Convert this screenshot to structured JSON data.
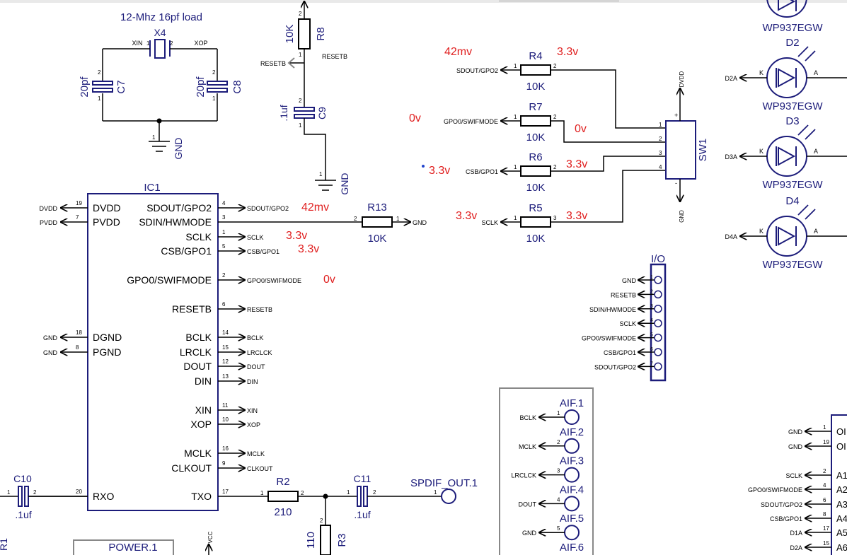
{
  "colors": {
    "wire": "#000000",
    "part": "#1c1c7a",
    "annotation": "#e02020",
    "background": "#ffffff"
  },
  "crystal": {
    "note": "12-Mhz 16pf load",
    "ref": "X4",
    "pin_in": "XIN",
    "pin_out": "XOP"
  },
  "c7": {
    "ref": "C7",
    "value": "20pf"
  },
  "c8": {
    "ref": "C8",
    "value": "20pf"
  },
  "c9": {
    "ref": "C9",
    "value": ".1uf"
  },
  "r8": {
    "ref": "R8",
    "value": "10K"
  },
  "resetb": {
    "net": "RESETB"
  },
  "gnd": {
    "label": "GND"
  },
  "ic1": {
    "ref": "IC1",
    "left_pins": [
      {
        "pin": "19",
        "name": "DVDD",
        "net": "DVDD"
      },
      {
        "pin": "7",
        "name": "PVDD",
        "net": "PVDD"
      },
      {
        "pin": "18",
        "name": "DGND",
        "net": "GND"
      },
      {
        "pin": "8",
        "name": "PGND",
        "net": "GND"
      },
      {
        "pin": "20",
        "name": "RXO",
        "net": ""
      }
    ],
    "right_pins": [
      {
        "pin": "4",
        "name": "SDOUT/GPO2",
        "net": "SDOUT/GPO2"
      },
      {
        "pin": "3",
        "name": "SDIN/HWMODE",
        "net": ""
      },
      {
        "pin": "1",
        "name": "SCLK",
        "net": "SCLK"
      },
      {
        "pin": "5",
        "name": "CSB/GPO1",
        "net": "CSB/GPO1"
      },
      {
        "pin": "2",
        "name": "GPO0/SWIFMODE",
        "net": "GPO0/SWIFMODE"
      },
      {
        "pin": "6",
        "name": "RESETB",
        "net": "RESETB"
      },
      {
        "pin": "14",
        "name": "BCLK",
        "net": "BCLK"
      },
      {
        "pin": "15",
        "name": "LRCLK",
        "net": "LRCLCK"
      },
      {
        "pin": "12",
        "name": "DOUT",
        "net": "DOUT"
      },
      {
        "pin": "13",
        "name": "DIN",
        "net": "DIN"
      },
      {
        "pin": "11",
        "name": "XIN",
        "net": "XIN"
      },
      {
        "pin": "10",
        "name": "XOP",
        "net": "XOP"
      },
      {
        "pin": "16",
        "name": "MCLK",
        "net": "MCLK"
      },
      {
        "pin": "9",
        "name": "CLKOUT",
        "net": "CLKOUT"
      },
      {
        "pin": "17",
        "name": "TXO",
        "net": ""
      }
    ]
  },
  "r13": {
    "ref": "R13",
    "value": "10K",
    "pin_a": "2",
    "pin_b": "1",
    "net": "GND"
  },
  "r2": {
    "ref": "R2",
    "value": "210",
    "pin_a": "1",
    "pin_b": "2"
  },
  "r3": {
    "ref": "R3",
    "value": "110",
    "pin": "2"
  },
  "r1": {
    "ref": "R1"
  },
  "c10": {
    "ref": "C10",
    "value": ".1uf",
    "pin_a": "1",
    "pin_b": "2"
  },
  "c11": {
    "ref": "C11",
    "value": ".1uf",
    "pin_a": "1",
    "pin_b": "2"
  },
  "spdif": {
    "label": "SPDIF_OUT.1",
    "pin": "1"
  },
  "power": {
    "label": "POWER.1",
    "vcc": "VCC"
  },
  "sw_resistors": [
    {
      "ref": "R4",
      "value": "10K",
      "net": "SDOUT/GPO2",
      "left_v": "42mv",
      "right_v": "3.3v",
      "pin_l": "1",
      "pin_r": "2"
    },
    {
      "ref": "R7",
      "value": "10K",
      "net": "GPO0/SWIFMODE",
      "left_v": "0v",
      "right_v": "0v",
      "pin_l": "1",
      "pin_r": "2"
    },
    {
      "ref": "R6",
      "value": "10K",
      "net": "CSB/GPO1",
      "left_v": "3.3v",
      "right_v": "3.3v",
      "pin_l": "1",
      "pin_r": "2"
    },
    {
      "ref": "R5",
      "value": "10K",
      "net": "SCLK",
      "left_v": "3.3v",
      "right_v": "3.3v",
      "pin_l": "1",
      "pin_r": "3"
    }
  ],
  "sw1": {
    "ref": "SW1",
    "top_net": "DVDD",
    "bottom_net": "GND",
    "pins": [
      "1",
      "2",
      "3",
      "4"
    ],
    "plus": "+",
    "minus": "-"
  },
  "ic_annotations": [
    {
      "text": "42mv"
    },
    {
      "text": "3.3v"
    },
    {
      "text": "3.3v"
    },
    {
      "text": "0v"
    }
  ],
  "io": {
    "label": "I/O",
    "nets": [
      "GND",
      "RESETB",
      "SDIN/HWMODE",
      "SCLK",
      "GPO0/SWIFMODE",
      "CSB/GPO1",
      "SDOUT/GPO2"
    ],
    "pins": [
      "1",
      "2",
      "3",
      "4",
      "5",
      "6",
      "7"
    ]
  },
  "aif": [
    {
      "label": "AIF.1",
      "net": "BCLK",
      "pin": "1"
    },
    {
      "label": "AIF.2",
      "net": "MCLK",
      "pin": "2"
    },
    {
      "label": "AIF.3",
      "net": "LRCLCK",
      "pin": "3"
    },
    {
      "label": "AIF.4",
      "net": "DOUT",
      "pin": "4"
    },
    {
      "label": "AIF.5",
      "net": "GND",
      "pin": "5"
    },
    {
      "label": "AIF.6"
    }
  ],
  "leds": [
    {
      "ref": "D2",
      "net": "D2A"
    },
    {
      "ref": "D3",
      "net": "D3A"
    },
    {
      "ref": "D4",
      "net": "D4A"
    }
  ],
  "led_part": "WP937EGW",
  "led_k": "K",
  "led_a": "A",
  "right_ic": {
    "pins": [
      {
        "pin": "1",
        "net": "GND",
        "name": "OI"
      },
      {
        "pin": "19",
        "net": "GND",
        "name": "OI"
      },
      {
        "pin": "2",
        "net": "SCLK",
        "name": "A1"
      },
      {
        "pin": "4",
        "net": "GPO0/SWIFMODE",
        "name": "A2"
      },
      {
        "pin": "6",
        "net": "SDOUT/GPO2",
        "name": "A3"
      },
      {
        "pin": "8",
        "net": "CSB/GPO1",
        "name": "A4"
      },
      {
        "pin": "17",
        "net": "D1A",
        "name": "A5"
      },
      {
        "pin": "15",
        "net": "D2A",
        "name": "A6"
      }
    ]
  }
}
